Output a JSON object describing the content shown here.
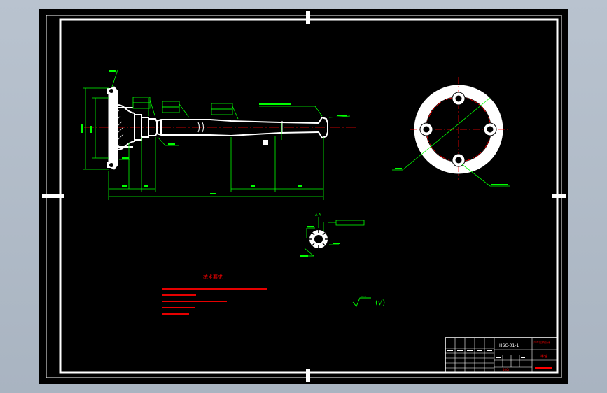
{
  "colors": {
    "background": "#b4bfcb",
    "paper": "#000000",
    "frame": "#ffffff",
    "part_line": "#ffffff",
    "dimension": "#00ff00",
    "center_line": "#ff0000",
    "notes_text": "#ff0000",
    "title_block": "#ffffff"
  },
  "drawing": {
    "section_label": "A-A",
    "surface_symbol": "(√)",
    "surface_value": "12.5"
  },
  "notes": {
    "heading": "技术要求"
  },
  "title_block": {
    "drawing_number": "HSC-01-1",
    "part_name": "半轴",
    "material": "40Cr",
    "header_note": "汽车后桥设计"
  }
}
